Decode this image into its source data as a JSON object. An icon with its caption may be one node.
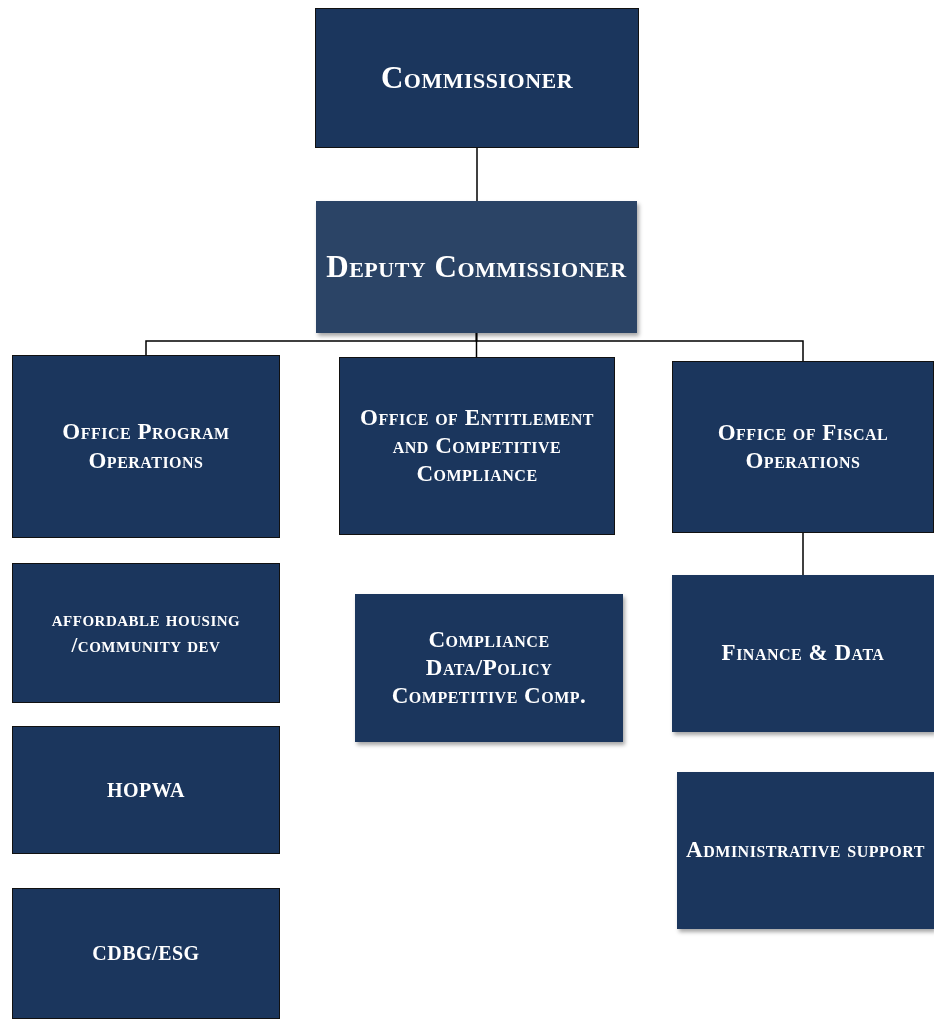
{
  "diagram": {
    "nodes": [
      {
        "text": [
          "Commissioner"
        ]
      },
      {
        "text": [
          "Deputy Commissioner"
        ]
      },
      {
        "text": [
          "Office Program Operations"
        ]
      },
      {
        "text": [
          "Office of Entitlement and Competitive Compliance"
        ]
      },
      {
        "text": [
          "Office of Fiscal Operations"
        ]
      },
      {
        "text": [
          "affordable housing /community dev"
        ]
      },
      {
        "text": [
          "HOPWA"
        ]
      },
      {
        "text": [
          "CDBG/ESG"
        ]
      },
      {
        "text": [
          "Compliance Data/Policy Competitive Comp."
        ]
      },
      {
        "text": [
          "Finance & Data"
        ]
      },
      {
        "text": [
          "Administrative support"
        ]
      }
    ],
    "edges": [
      {
        "from": 0,
        "to": 1,
        "arrow": "none"
      },
      {
        "from": 1,
        "to": 2,
        "arrow": "none"
      },
      {
        "from": 1,
        "to": 3,
        "arrow": "none"
      },
      {
        "from": 1,
        "to": 4,
        "arrow": "none"
      },
      {
        "from": 4,
        "to": 9,
        "arrow": "none"
      }
    ]
  }
}
